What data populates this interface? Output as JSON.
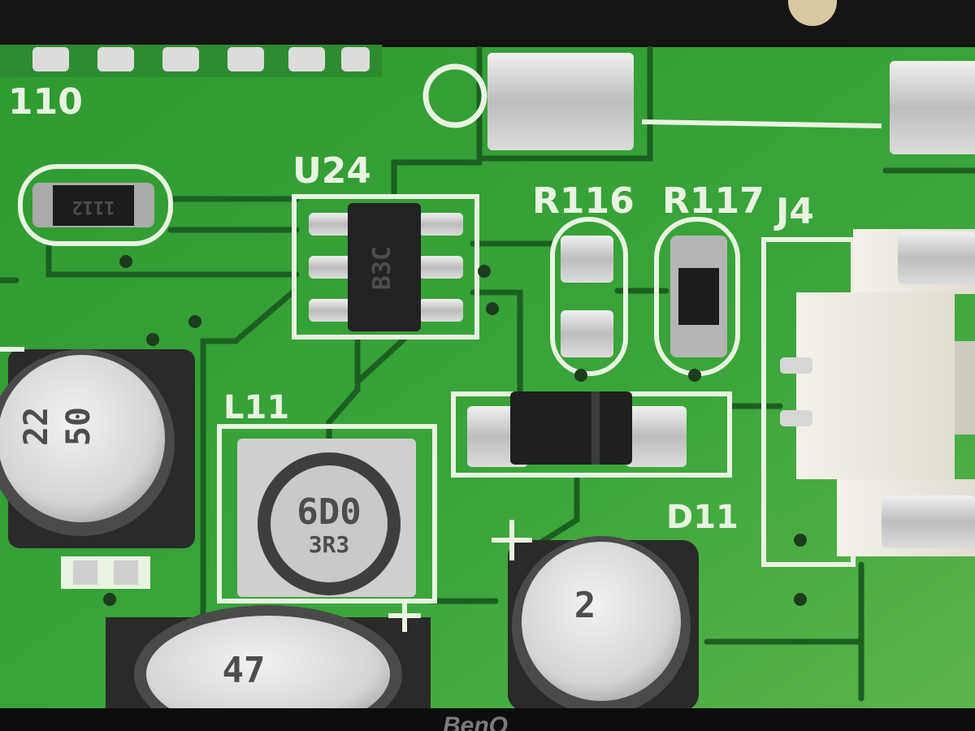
{
  "silkscreen": {
    "u24": "U24",
    "r116": "R116",
    "r117": "R117",
    "j4": "J4",
    "l11": "L11",
    "d11": "D11",
    "top_left_ref": "110"
  },
  "component_markings": {
    "u24_chip": "B3C",
    "resistor_left": "1112",
    "inductor": "6D0",
    "inductor_sub": "3R3",
    "cap_left_top": "22",
    "cap_left_bottom": "50",
    "cap_bottom_center": "2",
    "cap_bottom_left": "47"
  },
  "monitor": {
    "brand": "BenQ"
  },
  "colors": {
    "pcb_green": "#2f9a33",
    "silkscreen": "#e9f3e2",
    "bezel": "#0d0d0d"
  }
}
